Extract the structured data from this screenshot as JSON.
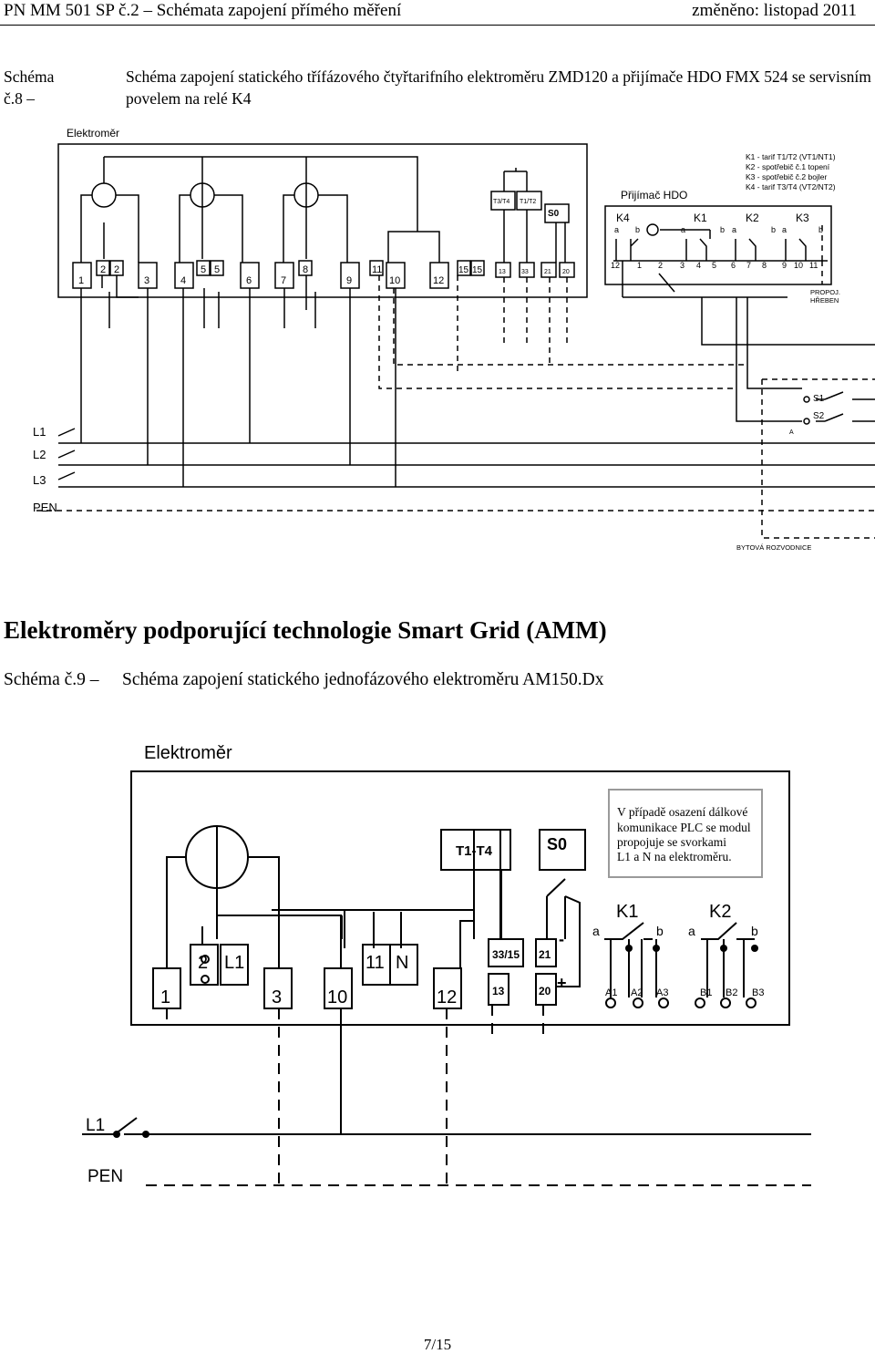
{
  "header": {
    "left": "PN MM 501 SP č.2 – Schémata zapojení přímého měření",
    "right": "změněno: listopad 2011"
  },
  "scheme8": {
    "number": "Schéma č.8 –",
    "caption": "Schéma zapojení statického třífázového čtyřtarifního elektroměru ZMD120 a přijímače HDO FMX 524 se servisním povelem na relé K4",
    "meter_label": "Elektroměr",
    "receiver_label": "Přijímač HDO",
    "legend": [
      "K1 - tarif T1/T2 (VT1/NT1)",
      "K2 - spotřebič č.1 topení",
      "K3 - spotřebič č.2 bojler",
      "K4 - tarif T3/T4 (VT2/NT2)"
    ],
    "meter_terminals": [
      "1",
      "2",
      "2",
      "3",
      "4",
      "5",
      "5",
      "6",
      "7",
      "8",
      "9",
      "11",
      "10",
      "12",
      "15",
      "15",
      "13",
      "33",
      "21",
      "20"
    ],
    "tariff_blocks": [
      "T3/T4",
      "T1/T2"
    ],
    "s0": "S0",
    "relays": [
      "K4",
      "K1",
      "K2",
      "K3"
    ],
    "relay_contacts": [
      "a",
      "b",
      "a",
      "b",
      "a",
      "b",
      "a",
      "b"
    ],
    "receiver_terminals": [
      "12",
      "1",
      "2",
      "3",
      "4",
      "5",
      "6",
      "7",
      "8",
      "9",
      "10",
      "11"
    ],
    "comb_label": [
      "PROPOJ.",
      "HŘEBEN"
    ],
    "switch_labels": [
      "S1",
      "S2"
    ],
    "a_mark": "A",
    "lines": [
      "L1",
      "L2",
      "L3",
      "PEN"
    ],
    "distribution_board": "BYTOVÁ ROZVODNICE"
  },
  "section_title": "Elektroměry podporující technologie Smart Grid (AMM)",
  "scheme9": {
    "number": "Schéma č.9 –",
    "caption": "Schéma zapojení statického jednofázového elektroměru AM150.Dx",
    "meter_label": "Elektroměr",
    "note": [
      "V případě osazení dálkové",
      "komunikace PLC se modul",
      "propojuje se svorkami",
      "L1 a N na elektroměru."
    ],
    "tariff_block": "T1-T4",
    "s0": "S0",
    "terminals": [
      "1",
      "2",
      "L1",
      "3",
      "10",
      "11",
      "N",
      "12",
      "33/15",
      "13",
      "21",
      "20"
    ],
    "signs": [
      "-",
      "+"
    ],
    "relays": [
      "K1",
      "K2"
    ],
    "relay_contacts": [
      "a",
      "b",
      "a",
      "b"
    ],
    "relay_terminals": [
      "A1",
      "A2",
      "A3",
      "B1",
      "B2",
      "B3"
    ],
    "lines": [
      "L1",
      "PEN"
    ]
  },
  "page_number": "7/15"
}
